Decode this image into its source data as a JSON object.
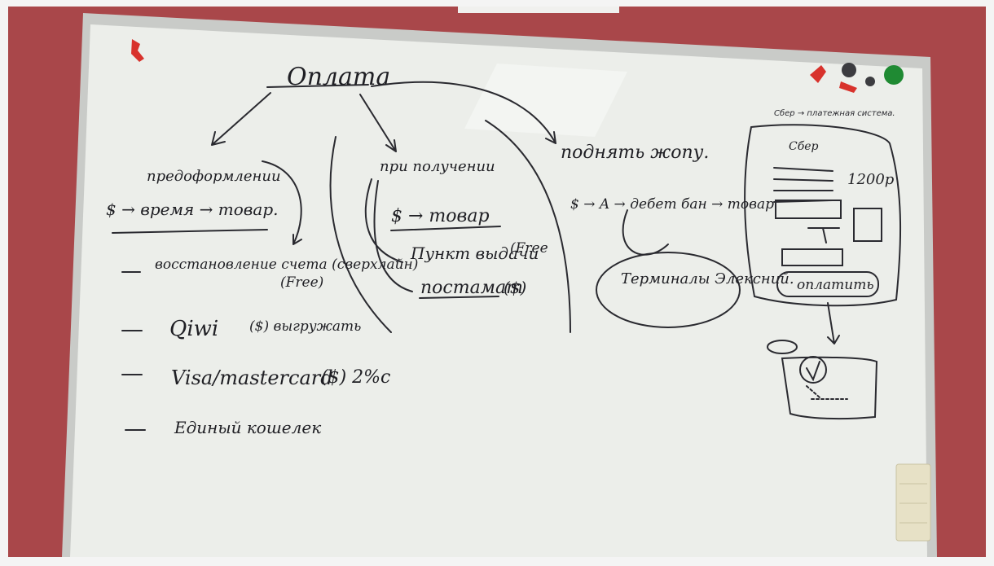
{
  "whiteboard": {
    "title": "Оплата",
    "branches": {
      "prepay": {
        "heading": "предоформлении",
        "flow": "$ → время → товар.",
        "items": [
          {
            "dash": "—",
            "text": "восстановление счета (сверхлайн)",
            "note": "(Free)"
          },
          {
            "dash": "—",
            "text": "Qiwi",
            "note": "($) выгружать"
          },
          {
            "dash": "—",
            "text": "Visa/mastercard",
            "note": "($) 2%c"
          },
          {
            "dash": "—",
            "text": "Единый кошелек",
            "note": ""
          }
        ]
      },
      "on_receipt": {
        "heading": "при получении",
        "flow": "$ → товар",
        "items": [
          {
            "text": "Пункт выдачи",
            "note": "(Free"
          },
          {
            "text": "постамат",
            "note": "($)"
          }
        ]
      },
      "later": {
        "heading": "поднять жопу.",
        "flow": "$ → A → дебет бан → товар",
        "bubble": "Терминалы Элексний."
      }
    },
    "mockup": {
      "caption": "Сбер → платежная система.",
      "header": "Сбер",
      "price": "1200р",
      "button": "оплатить"
    }
  }
}
